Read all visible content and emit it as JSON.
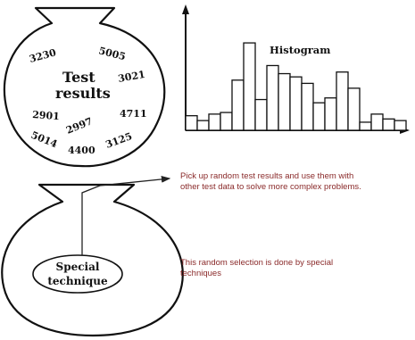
{
  "top_bag": {
    "label_line1": "Test",
    "label_line2": "results",
    "numbers": [
      "3230",
      "5005",
      "3021",
      "2901",
      "2997",
      "4711",
      "5014",
      "4400",
      "3125"
    ]
  },
  "histogram": {
    "title": "Histogram"
  },
  "chart_data": {
    "type": "bar",
    "title": "Histogram",
    "xlabel": "",
    "ylabel": "",
    "values": [
      18,
      12,
      20,
      22,
      62,
      108,
      38,
      80,
      70,
      66,
      58,
      34,
      40,
      72,
      52,
      10,
      20,
      14,
      12
    ],
    "ylim": [
      0,
      150
    ]
  },
  "bottom_bag": {
    "label_line1": "Special",
    "label_line2": "technique"
  },
  "notes": {
    "pick": "Pick up random test results and use them with other test data to solve more complex problems.",
    "selection": "This random selection is done by special techniques"
  }
}
